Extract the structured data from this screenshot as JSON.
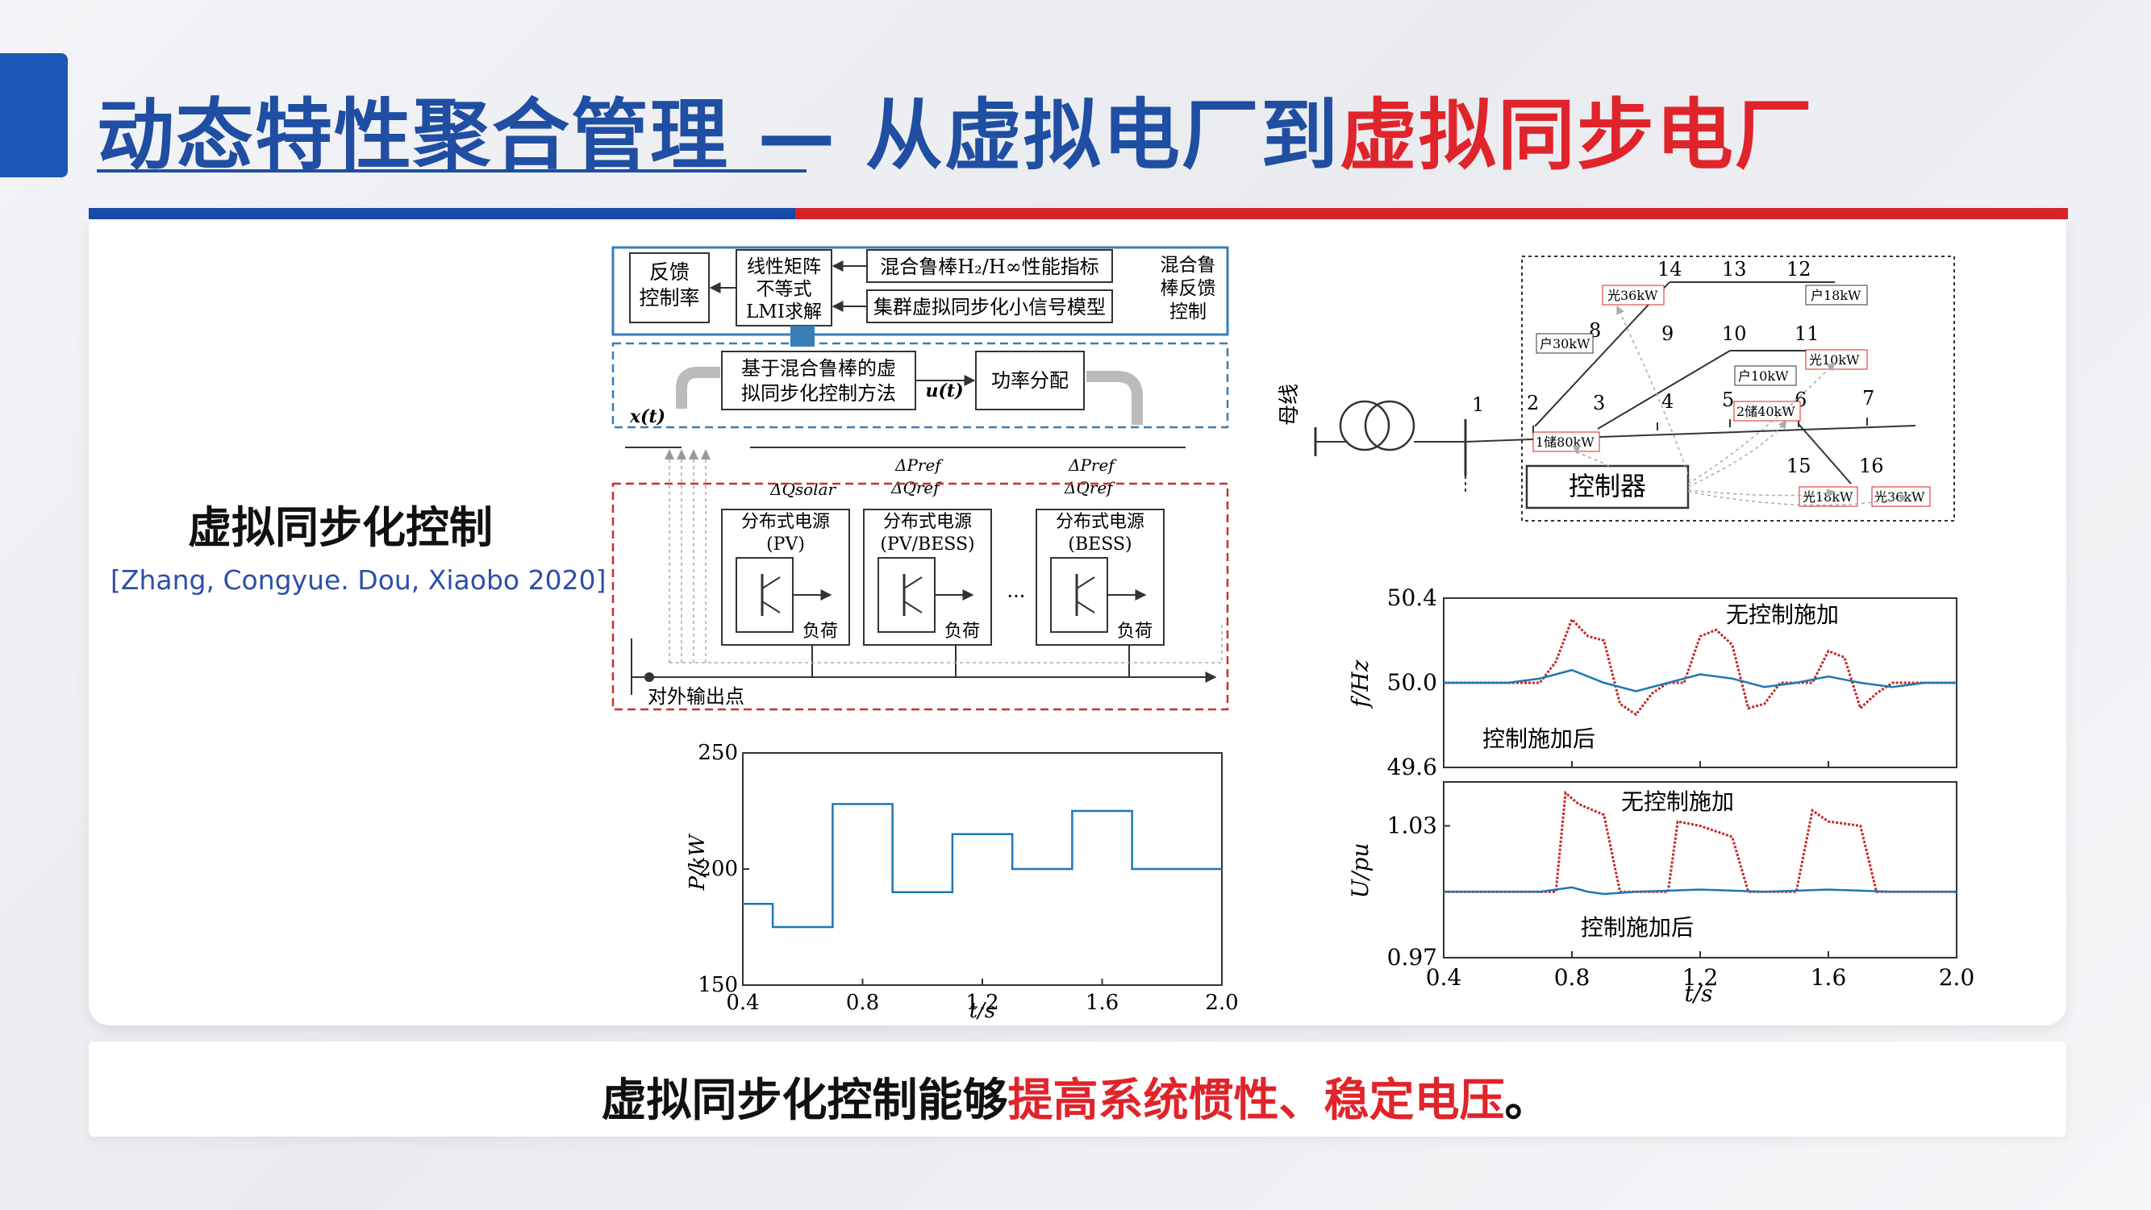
{
  "slide": {
    "title_main": "动态特性聚合管理 — 从虚拟电厂到",
    "title_highlight": "虚拟同步电厂",
    "section_title": "虚拟同步化控制",
    "citation": "[Zhang, Congyue. Dou, Xiaobo 2020]",
    "conclusion_main": "虚拟同步化控制能够",
    "conclusion_highlight": "提高系统惯性、稳定电压",
    "conclusion_end": "。"
  },
  "colors": {
    "brand_blue": "#1f4ea3",
    "accent_red": "#e0242b",
    "box_blue": "#3a7db5",
    "box_red": "#c9302c",
    "line_blue": "#1f77b4",
    "line_red": "#c62828"
  },
  "control_diagram": {
    "feedback_box": [
      "反馈",
      "控制率"
    ],
    "lmi_box": [
      "线性矩阵",
      "不等式",
      "LMI求解"
    ],
    "hinf_box": "混合鲁棒H₂/H∞性能指标",
    "model_box": "集群虚拟同步化小信号模型",
    "robust_label": [
      "混合鲁",
      "棒反馈",
      "控制"
    ],
    "method_box": [
      "基于混合鲁棒的虚",
      "拟同步化控制方法"
    ],
    "power_box": "功率分配",
    "x_label": "x(t)",
    "u_label": "u(t)",
    "dq_solar": "ΔQsolar",
    "dp_ref1": "ΔPref",
    "dq_ref1": "ΔQref",
    "dp_ref2": "ΔPref",
    "dq_ref2": "ΔQref",
    "source1": [
      "分布式电源",
      "(PV)"
    ],
    "source2": [
      "分布式电源",
      "(PV/BESS)"
    ],
    "source3": [
      "分布式电源",
      "(BESS)"
    ],
    "load": "负荷",
    "ellipsis": "···",
    "output_point": "对外输出点"
  },
  "network": {
    "bus_label": "母线",
    "controller": "控制器",
    "nodes": [
      "1",
      "2",
      "3",
      "4",
      "5",
      "6",
      "7",
      "8",
      "9",
      "10",
      "11",
      "12",
      "13",
      "14",
      "15",
      "16"
    ],
    "tags": {
      "pv36_top": "光36kW",
      "house18": "户18kW",
      "house30": "户30kW",
      "house10": "户10kW",
      "pv10": "光10kW",
      "storage40": "2储40kW",
      "storage80": "1储80kW",
      "pv18": "光18kW",
      "pv36_bottom": "光36kW"
    }
  },
  "chart_data": [
    {
      "type": "line",
      "ylabel": "P/kW",
      "xlabel": "t/s",
      "xlim": [
        0.4,
        2.0
      ],
      "ylim": [
        150,
        250
      ],
      "xticks": [
        "0.4",
        "0.8",
        "1.2",
        "1.6",
        "2.0"
      ],
      "yticks": [
        "150",
        "200",
        "250"
      ],
      "series": [
        {
          "x": [
            0.4,
            0.5,
            0.5,
            0.7,
            0.7,
            0.9,
            0.9,
            1.1,
            1.1,
            1.3,
            1.3,
            1.5,
            1.5,
            1.7,
            1.7,
            2.0
          ],
          "y": [
            185,
            185,
            175,
            175,
            228,
            228,
            190,
            190,
            215,
            215,
            200,
            200,
            225,
            225,
            200,
            200
          ]
        }
      ]
    },
    {
      "type": "line",
      "ylabel": "f/Hz",
      "xlim": [
        0.4,
        2.0
      ],
      "ylim": [
        49.6,
        50.4
      ],
      "yticks": [
        "49.6",
        "50.0",
        "50.4"
      ],
      "annotations": [
        "无控制施加",
        "控制施加后"
      ],
      "series": [
        {
          "name": "无控制施加",
          "x": [
            0.4,
            0.7,
            0.75,
            0.8,
            0.85,
            0.9,
            0.95,
            1.0,
            1.05,
            1.1,
            1.15,
            1.2,
            1.25,
            1.3,
            1.35,
            1.4,
            1.45,
            1.5,
            1.55,
            1.6,
            1.65,
            1.7,
            1.75,
            1.8,
            1.9,
            2.0
          ],
          "y": [
            50.0,
            50.0,
            50.1,
            50.3,
            50.22,
            50.2,
            49.9,
            49.85,
            49.95,
            50.0,
            50.0,
            50.22,
            50.25,
            50.18,
            49.88,
            49.9,
            50.0,
            50.0,
            50.0,
            50.15,
            50.12,
            49.88,
            49.95,
            50.0,
            50.0,
            50.0
          ]
        },
        {
          "name": "控制施加后",
          "x": [
            0.4,
            0.6,
            0.7,
            0.8,
            0.9,
            1.0,
            1.1,
            1.2,
            1.3,
            1.4,
            1.5,
            1.6,
            1.7,
            1.8,
            1.9,
            2.0
          ],
          "y": [
            50.0,
            50.0,
            50.02,
            50.06,
            50.0,
            49.96,
            50.0,
            50.04,
            50.02,
            49.98,
            50.0,
            50.03,
            50.0,
            49.98,
            50.0,
            50.0
          ]
        }
      ]
    },
    {
      "type": "line",
      "ylabel": "U/pu",
      "xlabel": "t/s",
      "xlim": [
        0.4,
        2.0
      ],
      "ylim": [
        0.97,
        1.05
      ],
      "xticks": [
        "0.4",
        "0.8",
        "1.2",
        "1.6",
        "2.0"
      ],
      "yticks": [
        "0.97",
        "1.03"
      ],
      "annotations": [
        "无控制施加",
        "控制施加后"
      ],
      "series": [
        {
          "name": "无控制施加",
          "x": [
            0.4,
            0.7,
            0.75,
            0.78,
            0.82,
            0.9,
            0.95,
            1.0,
            1.1,
            1.13,
            1.2,
            1.3,
            1.35,
            1.4,
            1.5,
            1.55,
            1.6,
            1.7,
            1.75,
            1.8,
            2.0
          ],
          "y": [
            1.0,
            1.0,
            1.0,
            1.045,
            1.04,
            1.035,
            1.0,
            1.0,
            1.0,
            1.032,
            1.03,
            1.025,
            1.0,
            1.0,
            1.0,
            1.037,
            1.032,
            1.03,
            1.0,
            1.0,
            1.0
          ]
        },
        {
          "name": "控制施加后",
          "x": [
            0.4,
            0.7,
            0.8,
            0.85,
            0.9,
            1.0,
            1.2,
            1.4,
            1.6,
            1.8,
            2.0
          ],
          "y": [
            1.0,
            1.0,
            1.002,
            1.0,
            0.999,
            1.0,
            1.001,
            1.0,
            1.001,
            1.0,
            1.0
          ]
        }
      ]
    }
  ]
}
